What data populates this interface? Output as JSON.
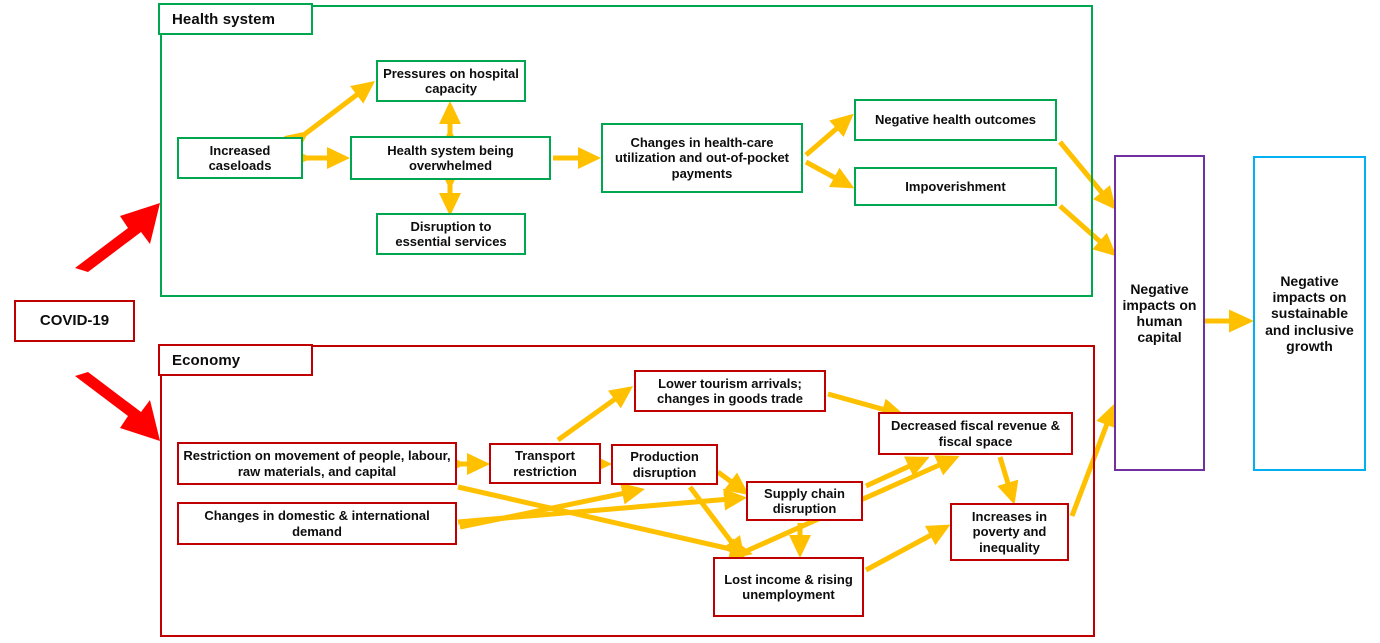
{
  "diagram": {
    "title_hidden": "",
    "colors": {
      "health_border": "#00a650",
      "economy_border": "#c00000",
      "human_capital_border": "#7030a0",
      "growth_border": "#00b0f0",
      "arrow": "#ffc000",
      "covid_arrow": "#ff0000",
      "text": "#0d0d0d"
    },
    "groups": {
      "health": {
        "label": "Health system"
      },
      "economy": {
        "label": "Economy"
      }
    },
    "source": {
      "label": "COVID-19"
    },
    "health_nodes": [
      {
        "id": "pressures",
        "label": "Pressures on hospital capacity"
      },
      {
        "id": "caseloads",
        "label": "Increased caseloads"
      },
      {
        "id": "overwhelmed",
        "label": "Health system being overwhelmed"
      },
      {
        "id": "disruption",
        "label": "Disruption to essential services"
      },
      {
        "id": "changes_care",
        "label": "Changes in health-care utilization and out-of-pocket payments"
      },
      {
        "id": "neg_health",
        "label": "Negative health outcomes"
      },
      {
        "id": "impoverishment",
        "label": "Impoverishment"
      }
    ],
    "economy_nodes": [
      {
        "id": "restriction",
        "label": "Restriction on movement of people, labour, raw materials, and capital"
      },
      {
        "id": "demand",
        "label": "Changes in domestic & international demand"
      },
      {
        "id": "transport",
        "label": "Transport restriction"
      },
      {
        "id": "production",
        "label": "Production disruption"
      },
      {
        "id": "tourism",
        "label": "Lower tourism arrivals; changes in goods trade"
      },
      {
        "id": "supply_chain",
        "label": "Supply chain disruption"
      },
      {
        "id": "fiscal",
        "label": "Decreased fiscal revenue & fiscal space"
      },
      {
        "id": "lost_income",
        "label": "Lost income & rising unemployment"
      },
      {
        "id": "poverty",
        "label": "Increases in poverty and inequality"
      }
    ],
    "outcome_nodes": [
      {
        "id": "human_capital",
        "label": "Negative impacts on human capital"
      },
      {
        "id": "growth",
        "label": "Negative impacts on sustainable and inclusive growth"
      }
    ]
  }
}
